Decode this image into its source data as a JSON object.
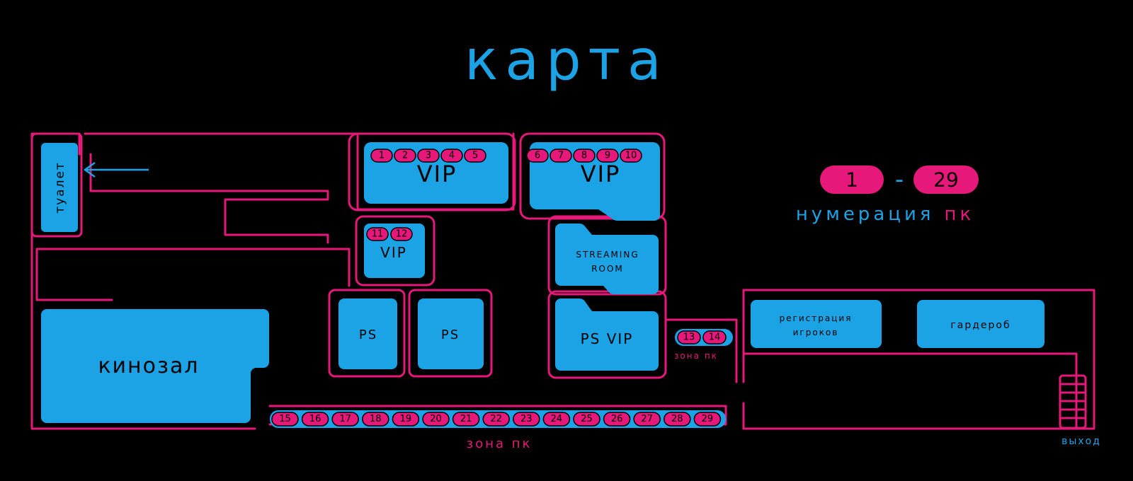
{
  "title": "карта",
  "colors": {
    "background": "#000000",
    "walls": "#e6197a",
    "rooms": "#1ba3e6",
    "pc_badge": "#e6197a"
  },
  "rooms": {
    "toilet": "туалет",
    "cinema": "кинозал",
    "vip_a": "VIP",
    "vip_b": "VIP",
    "vip_c": "VIP",
    "streaming_line1": "STREAMING",
    "streaming_line2": "ROOM",
    "ps_1": "PS",
    "ps_2": "PS",
    "ps_vip": "PS VIP",
    "registration_line1": "регистрация",
    "registration_line2": "игроков",
    "wardrobe": "гардероб"
  },
  "pcs": {
    "vip_a": [
      "1",
      "2",
      "3",
      "4",
      "5"
    ],
    "vip_b": [
      "6",
      "7",
      "8",
      "9",
      "10"
    ],
    "vip_c": [
      "11",
      "12"
    ],
    "zone_mid": [
      "13",
      "14"
    ],
    "zone_bottom": [
      "15",
      "16",
      "17",
      "18",
      "19",
      "20",
      "21",
      "22",
      "23",
      "24",
      "25",
      "26",
      "27",
      "28",
      "29"
    ]
  },
  "zone_labels": {
    "mid": "зона пк",
    "bottom": "зона пк"
  },
  "exit_label": "выход",
  "legend": {
    "from": "1",
    "dash": "-",
    "to": "29",
    "caption_main": "нумерация",
    "caption_accent": "пк"
  }
}
